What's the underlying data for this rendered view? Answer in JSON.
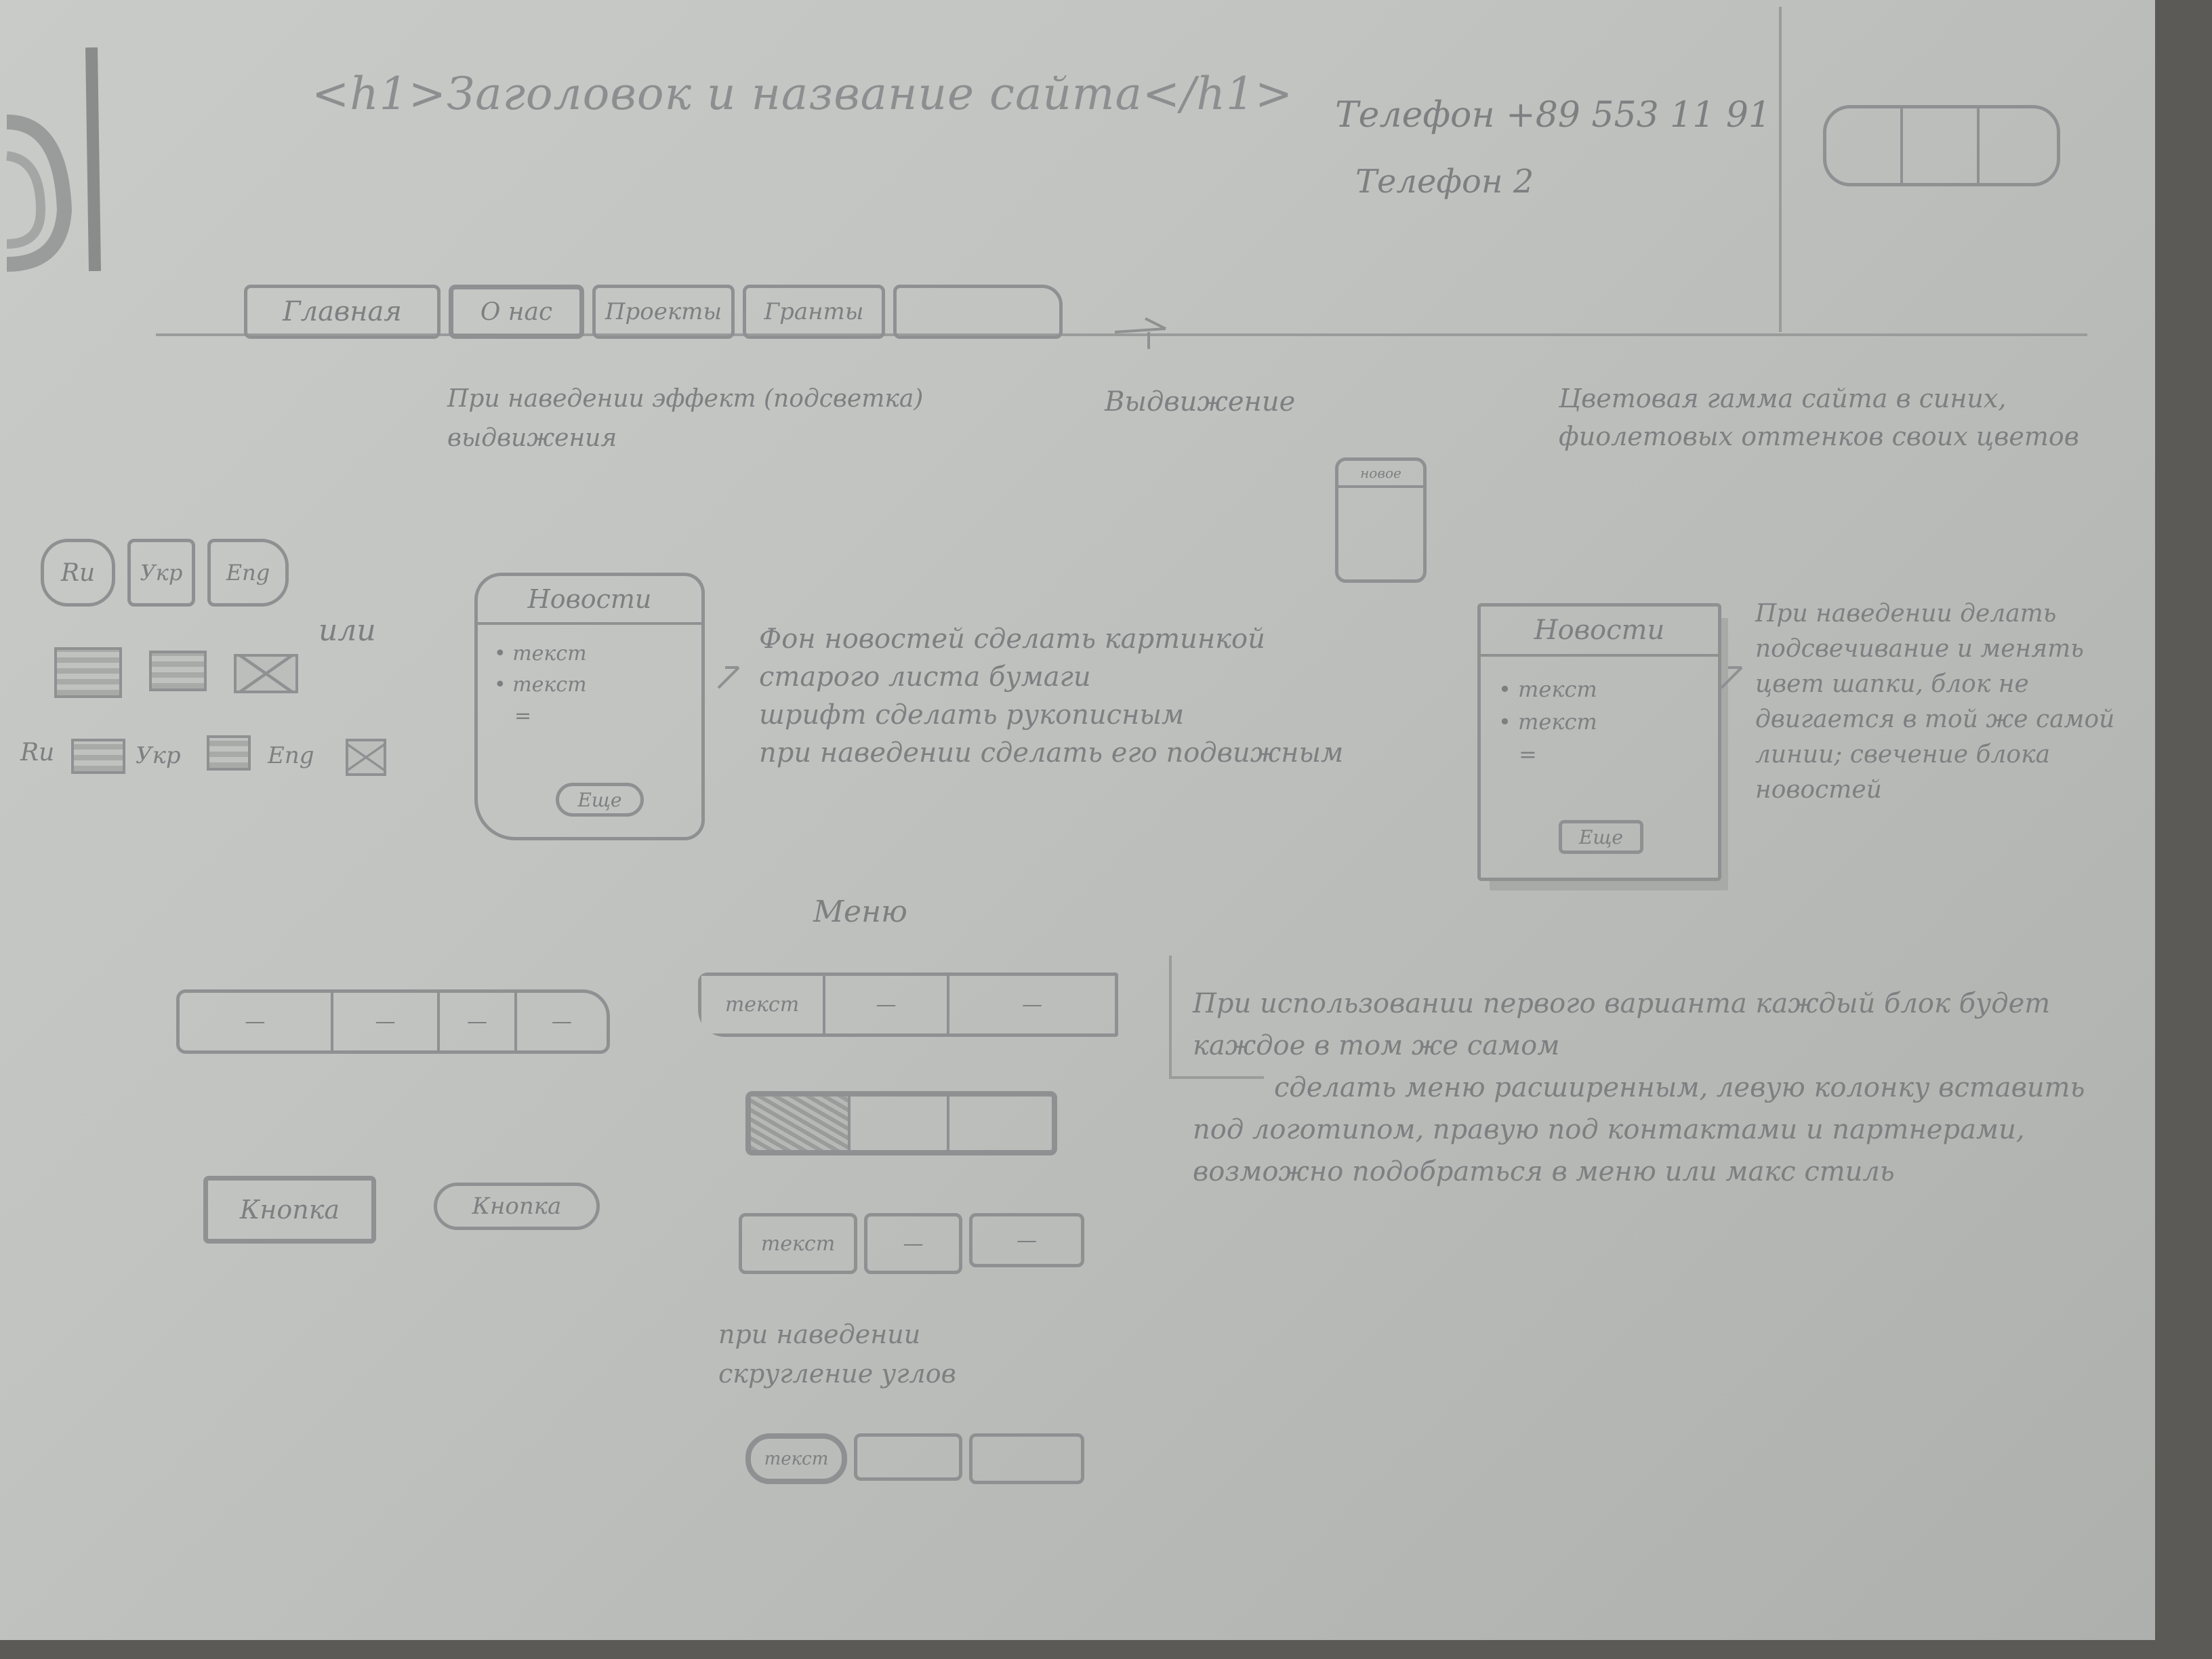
{
  "header": {
    "title": "<h1>Заголовок и название сайта</h1>",
    "phone1": "Телефон +89 553 11 91",
    "phone2": "Телефон 2"
  },
  "nav": {
    "tabs": [
      "Главная",
      "О нас",
      "Проекты",
      "Гранты",
      ""
    ],
    "note_hover": "При наведении эффект (подсветка) выдвижения",
    "note_arrow": "Выдвижение"
  },
  "color_note": "Цветовая гамма сайта в синих, фиолетовых оттенков своих цветов",
  "lang": {
    "buttons": [
      "Ru",
      "Укр",
      "Eng"
    ],
    "or": "или",
    "labels": [
      "Ru",
      "Укр",
      "Eng"
    ]
  },
  "news1": {
    "title": "Новости",
    "items": [
      "• текст",
      "• текст",
      "="
    ],
    "more": "Еще",
    "note": [
      "Фон новостей сделать картинкой",
      "старого листа бумаги",
      "шрифт сделать рукописным",
      "при наведении сделать его подвижным"
    ]
  },
  "small_card": {
    "title": "новое"
  },
  "news2": {
    "title": "Новости",
    "items": [
      "• текст",
      "• текст",
      "="
    ],
    "more": "Еще",
    "note": [
      "При наведении делать",
      "подсвечивание и менять",
      "цвет шапки, блок не",
      "двигается в той же самой",
      "линии; свечение блока",
      "новостей"
    ]
  },
  "menu": {
    "title": "Меню",
    "bar1": [
      "—",
      "—",
      "—",
      "—"
    ],
    "bar2": [
      "текст",
      "—",
      "—"
    ],
    "bar3": [
      "",
      "",
      ""
    ],
    "bar4": [
      "текст",
      "—",
      "—"
    ],
    "bar4_note": [
      "при наведении",
      "скругление углов"
    ],
    "bar5": [
      "текст",
      "",
      ""
    ],
    "note": [
      "При использовании первого варианта каждый блок будет",
      "каждое в том же самом",
      "сделать меню расширенным, левую колонку вставить",
      "под логотипом, правую под контактами и партнерами,",
      "возможно подобраться в меню или макс стиль"
    ]
  },
  "buttons": [
    "Кнопка",
    "Кнопка"
  ]
}
